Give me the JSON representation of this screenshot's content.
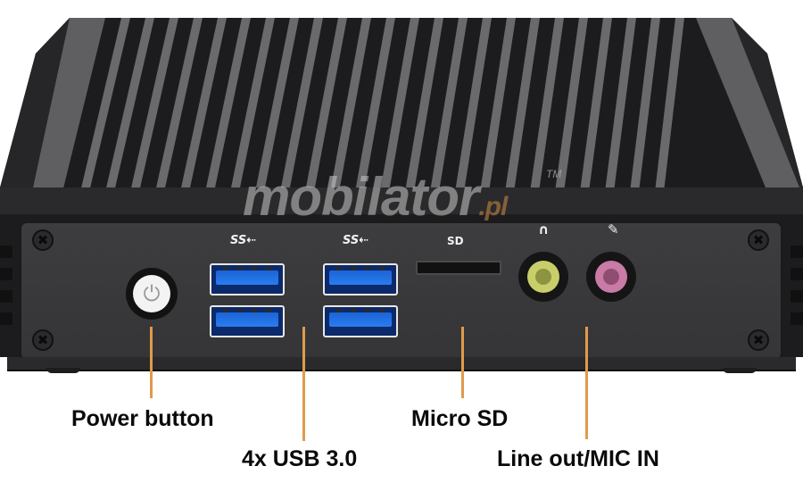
{
  "product": {
    "type": "fanless mini PC front panel",
    "colors": {
      "body": "#2e2e30",
      "fin_highlight": "#6a6a6c",
      "panel": "#3a3a3c",
      "usb_blue": "#2a7cf0",
      "line_out_green": "#c8cf6a",
      "mic_pink": "#c97aa6",
      "leader_line": "#e09a4c",
      "label_text": "#0a0a0a"
    }
  },
  "watermark": {
    "brand": "mobilator",
    "suffix": ".pl",
    "trademark": "TM"
  },
  "panel": {
    "usb_group_1_label": "SS⇠",
    "usb_group_2_label": "SS⇠",
    "sd_label": "SD",
    "headphone_icon": "∩",
    "mic_icon": "✎",
    "power_icon": "⏻",
    "screw_glyph": "✖"
  },
  "callouts": [
    {
      "id": "power",
      "label": "Power button"
    },
    {
      "id": "usb",
      "label": "4x USB 3.0"
    },
    {
      "id": "microsd",
      "label": "Micro SD"
    },
    {
      "id": "audio",
      "label": "Line out/MIC IN"
    }
  ]
}
